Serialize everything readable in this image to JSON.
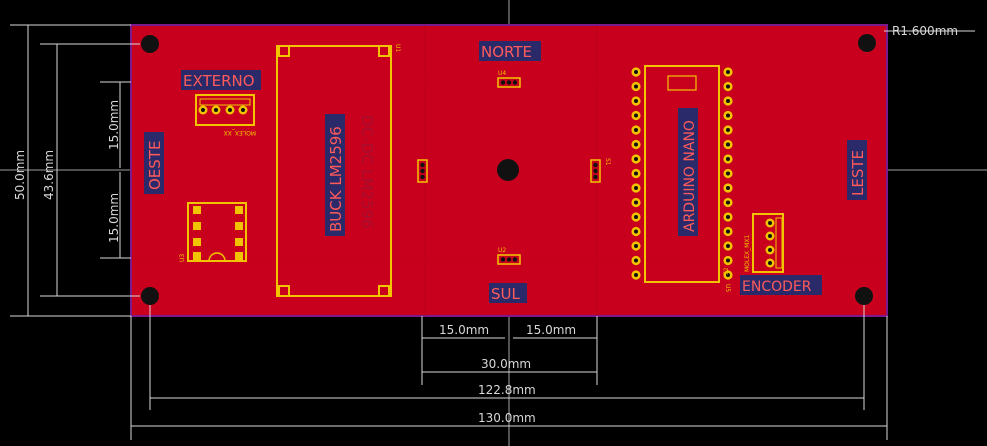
{
  "board": {
    "labels": {
      "norte": "NORTE",
      "sul": "SUL",
      "leste": "LESTE",
      "oeste": "OESTE",
      "externo": "EXTERNO",
      "encoder": "ENCODER",
      "buck": "BUCK LM2596",
      "buck_mirror": "DC-DC LM2596",
      "arduino": "ARDUINO NANO"
    },
    "refdes": {
      "u1": "U1",
      "u2": "U2",
      "u3": "U3",
      "u4": "U4",
      "u5": "U5",
      "s1": "S1",
      "s2": "S2",
      "molex_ext": "MOLEX_XX",
      "molex_enc": "MOLEX_MX1"
    }
  },
  "dimensions": {
    "radius": "R1.600mm",
    "height_total": "50.0mm",
    "height_inner": "43.6mm",
    "left_upper": "15.0mm",
    "left_lower": "15.0mm",
    "bottom_left_15": "15.0mm",
    "bottom_right_15": "15.0mm",
    "bottom_30": "30.0mm",
    "bottom_122": "122.8mm",
    "bottom_130": "130.0mm"
  },
  "colors": {
    "background": "#000000",
    "board_fill": "#c8001e",
    "board_edge": "#7a1a8c",
    "label_bg": "#2a2a6a",
    "label_text": "#ff5a5a",
    "silkscreen": "#f2c400",
    "dimension": "#d8d8d8"
  }
}
